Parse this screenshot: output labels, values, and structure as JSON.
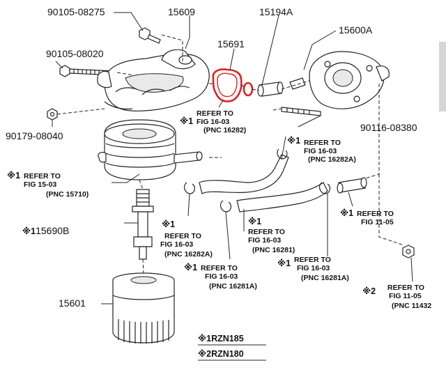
{
  "labels": {
    "p90105_08275": "90105-08275",
    "p15609": "15609",
    "p15194A": "15194A",
    "p15600A": "15600A",
    "p15691": "15691",
    "p90105_08020": "90105-08020",
    "p90179_08040": "90179-08040",
    "p90116_08380": "90116-08380",
    "p15690B": "15690B",
    "p15601": "15601"
  },
  "refs": {
    "r1": {
      "mark": "※1",
      "l1": "REFER TO",
      "l2": "FIG  16-03",
      "l3": "(PNC  16282)"
    },
    "r2": {
      "mark": "※1",
      "l1": "REFER TO",
      "l2": "FIG  16-03",
      "l3": "(PNC  16282A)"
    },
    "r3": {
      "mark": "※1",
      "l1": "REFER TO",
      "l2": "FIG  15-03",
      "l3": "(PNC  15710)"
    },
    "r4": {
      "mark": "※1",
      "l1": "REFER TO",
      "l2": "FIG  11-05"
    },
    "r5": {
      "mark": "※1",
      "l1": "REFER TO",
      "l2": "FIG  16-03",
      "l3": "(PNC  16282A)"
    },
    "r6": {
      "mark": "※1",
      "l1": "REFER TO",
      "l2": "FIG  16-03",
      "l3": "(PNC  16281)"
    },
    "r7": {
      "mark": "※1",
      "l1": "REFER TO",
      "l2": "FIG  16-03",
      "l3": "(PNC  16281A)"
    },
    "r8": {
      "mark": "※1",
      "l1": "REFER TO",
      "l2": "FIG  16-03",
      "l3": "(PNC  16281A)"
    },
    "r9": {
      "mark": "※2",
      "l1": "REFER TO",
      "l2": "FIG  11-05",
      "l3": "(PNC  11432"
    }
  },
  "mark15690B": "※1",
  "notes": {
    "n1": "※1RZN185",
    "n2": "※2RZN180"
  },
  "highlight_color": "#dd2222"
}
